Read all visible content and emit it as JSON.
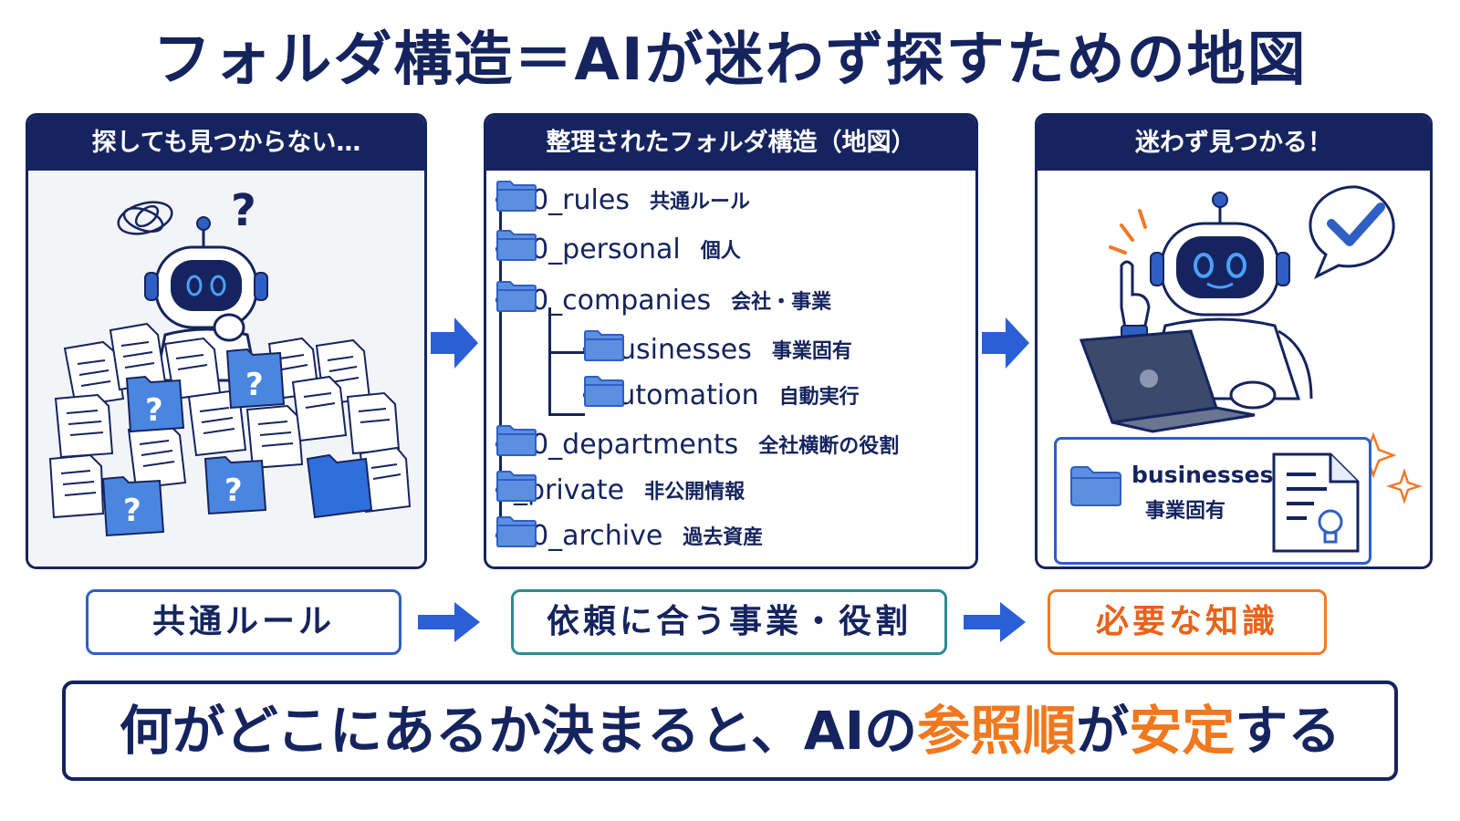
{
  "title": "フォルダ構造＝AIが迷わず探すための地図",
  "panels": {
    "left": {
      "header": "探しても見つからない…"
    },
    "middle": {
      "header": "整理されたフォルダ構造（地図）"
    },
    "right": {
      "header": "迷わず見つかる！"
    }
  },
  "folder_tree": [
    {
      "name": "00_rules",
      "description": "共通ルール",
      "level": 0
    },
    {
      "name": "10_personal",
      "description": "個人",
      "level": 0
    },
    {
      "name": "20_companies",
      "description": "会社・事業",
      "level": 0
    },
    {
      "name": "businesses",
      "description": "事業固有",
      "level": 1
    },
    {
      "name": "automation",
      "description": "自動実行",
      "level": 1
    },
    {
      "name": "30_departments",
      "description": "全社横断の役割",
      "level": 0
    },
    {
      "name": "_private",
      "description": "非公開情報",
      "level": 0
    },
    {
      "name": "90_archive",
      "description": "過去資産",
      "level": 0
    }
  ],
  "result_card": {
    "folder_name": "businesses",
    "folder_description": "事業固有"
  },
  "flow": [
    {
      "label": "共通ルール",
      "color": "#2f5fc4"
    },
    {
      "label": "依頼に合う事業・役割",
      "color": "#2b8c94"
    },
    {
      "label": "必要な知識",
      "color": "#f07a2a"
    }
  ],
  "banner": {
    "part1": "何がどこにあるか決まると、AIの",
    "accent1": "参照順",
    "part2": "が",
    "accent2": "安定",
    "part3": "する"
  },
  "colors": {
    "navy": "#15245e",
    "blue": "#2f5fc4",
    "folder": "#5b8fe0",
    "teal": "#2b8c94",
    "orange": "#f07a2a"
  },
  "icons": [
    "folder-icon",
    "question-folder-icon",
    "document-icon",
    "robot-icon",
    "checkmark-bubble-icon",
    "laptop-icon",
    "lightbulb-document-icon",
    "sparkle-icon",
    "right-arrow-icon"
  ]
}
